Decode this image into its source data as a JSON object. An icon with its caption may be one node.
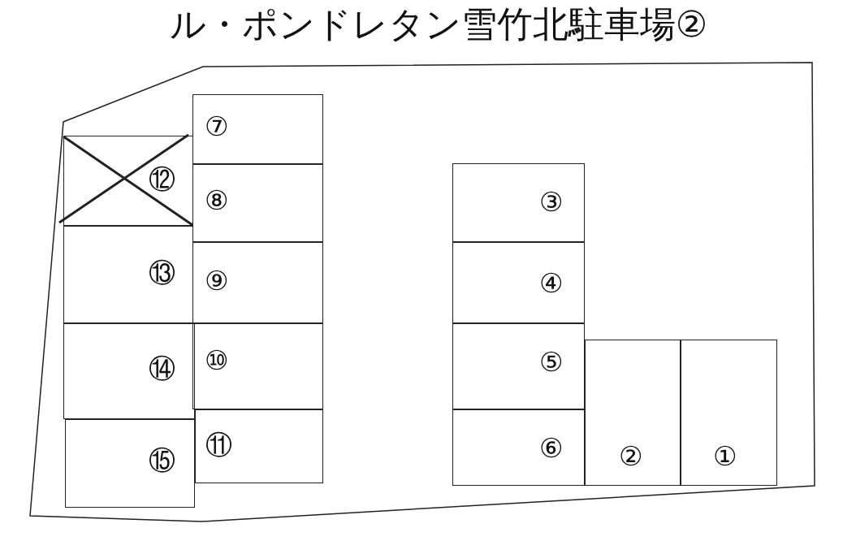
{
  "diagram": {
    "title": "ル・ポンドレタン雪竹北駐車場②",
    "nodes": [
      {
        "text": [
          "⑦"
        ]
      },
      {
        "text": [
          "⑫"
        ]
      },
      {
        "text": [
          "⑧"
        ]
      },
      {
        "text": [
          "③"
        ]
      },
      {
        "text": [
          "⑬"
        ]
      },
      {
        "text": [
          "⑨"
        ]
      },
      {
        "text": [
          "④"
        ]
      },
      {
        "text": [
          "⑭"
        ]
      },
      {
        "text": [
          "⑩"
        ]
      },
      {
        "text": [
          "⑤"
        ]
      },
      {
        "text": [
          "⑮"
        ]
      },
      {
        "text": [
          "⑪"
        ]
      },
      {
        "text": [
          "⑥"
        ]
      },
      {
        "text": [
          "②"
        ]
      },
      {
        "text": [
          "①"
        ]
      }
    ]
  }
}
